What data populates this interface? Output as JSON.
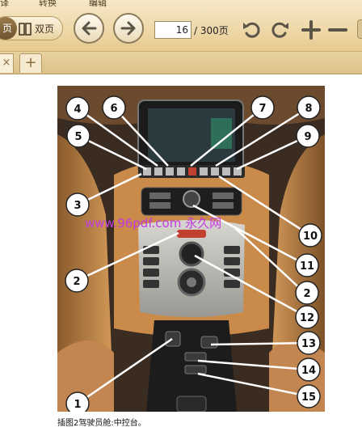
{
  "toolbar": {
    "menu_fragments": [
      "译",
      "转换",
      "编辑"
    ],
    "single_page_label": "页",
    "double_page_label": "双页",
    "current_page": "16",
    "total_pages": "/ 300页"
  },
  "tabs": {
    "close_glyph": "×",
    "add_glyph": "+"
  },
  "document": {
    "watermark": "www.96pdf.com 永久网",
    "callouts": [
      "1",
      "2",
      "2",
      "3",
      "4",
      "5",
      "6",
      "7",
      "8",
      "9",
      "10",
      "11",
      "12",
      "13",
      "14",
      "15"
    ],
    "caption": "插图2驾驶员舱:中控台。"
  },
  "colors": {
    "toolbar_bg": "#efd9ab",
    "watermark": "#c23adf",
    "leather": "#c9894a"
  }
}
